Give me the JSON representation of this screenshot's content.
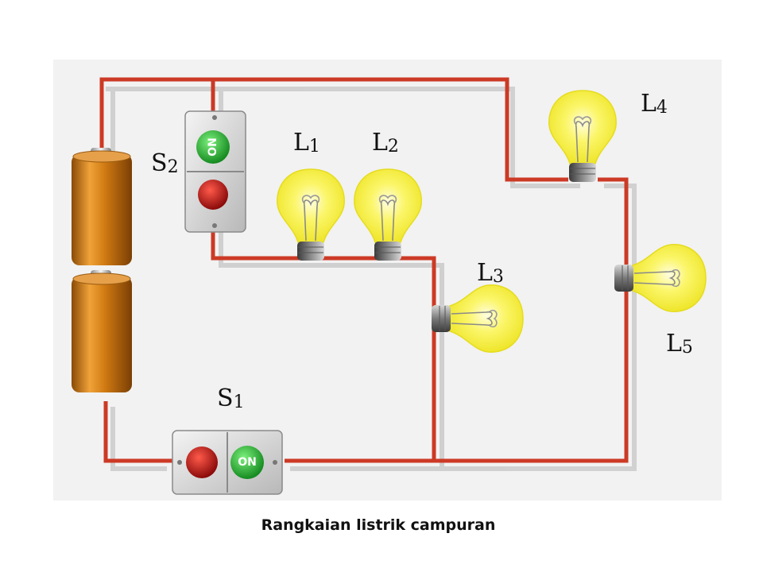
{
  "diagram": {
    "caption": "Rangkaian listrik campuran",
    "colors": {
      "wire": "#cc3a25",
      "background": "#f2f2f2",
      "bulb_glow": "#f6f23c",
      "battery": "#d07a12",
      "switch_on": "#2fbf3a",
      "switch_off": "#c01818"
    },
    "switches": [
      {
        "name": "S",
        "sub": "1",
        "button_text": "ON",
        "state": "on"
      },
      {
        "name": "S",
        "sub": "2",
        "button_text": "ON",
        "state": "on"
      }
    ],
    "bulbs": [
      {
        "name": "L",
        "sub": "1",
        "lit": true
      },
      {
        "name": "L",
        "sub": "2",
        "lit": true
      },
      {
        "name": "L",
        "sub": "3",
        "lit": true
      },
      {
        "name": "L",
        "sub": "4",
        "lit": true
      },
      {
        "name": "L",
        "sub": "5",
        "lit": true
      }
    ],
    "icons": [
      "battery-icon",
      "switch-icon",
      "bulb-icon"
    ]
  }
}
